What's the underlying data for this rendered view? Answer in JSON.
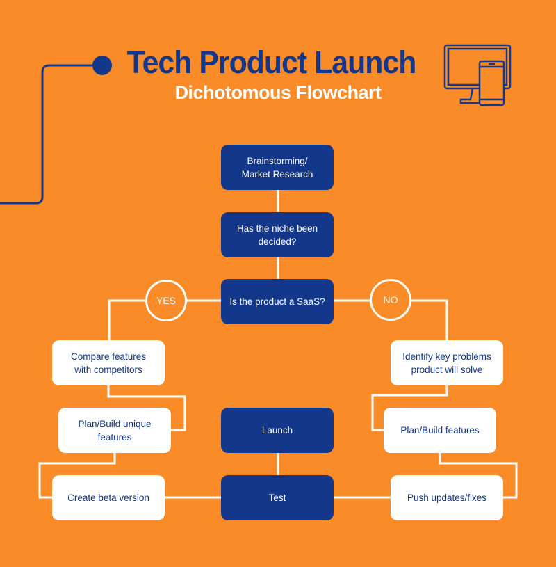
{
  "header": {
    "title": "Tech Product Launch",
    "subtitle": "Dichotomous Flowchart",
    "icon": "monitor-phone-icon"
  },
  "colors": {
    "background": "#F98B28",
    "navy": "#13378A",
    "white": "#FFFFFF"
  },
  "nodes": {
    "brainstorm": "Brainstorming/\nMarket Research",
    "niche": "Has the niche been\ndecided?",
    "saas": "Is the product a SaaS?",
    "yes": "YES",
    "no": "NO",
    "compare": "Compare features\nwith competitors",
    "plan_unique": "Plan/Build unique\nfeatures",
    "create_beta": "Create beta version",
    "identify": "Identify key problems\nproduct will solve",
    "plan_features": "Plan/Build features",
    "push_updates": "Push updates/fixes",
    "launch": "Launch",
    "test": "Test"
  }
}
